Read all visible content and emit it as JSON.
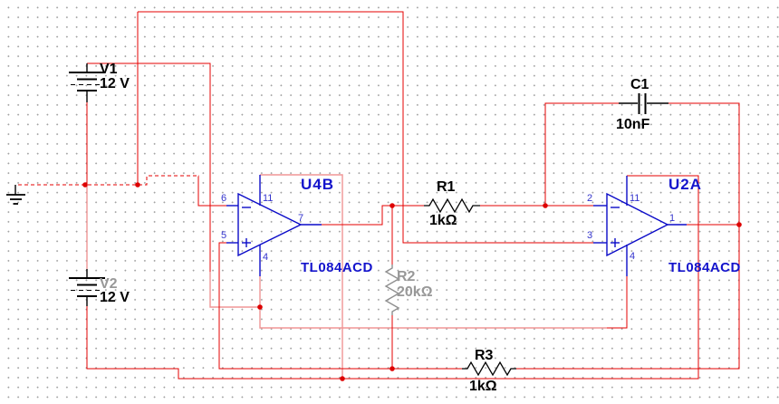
{
  "app": {
    "type": "schematic-capture-canvas",
    "description": "Circuit schematic on dotted grid: dual-supply TL084 function generator stage"
  },
  "palette": {
    "wire_red": "#e60000",
    "wire_highlighted": "#f09595",
    "junction_dot": "#dd0000",
    "symbol_blue": "#0a0ac8",
    "label_blue": "#1414cc",
    "label_black": "#000000",
    "inactive_gray": "#989898",
    "grid_dot_gray": "#9e9e9e",
    "background": "#ffffff"
  },
  "components": {
    "v1": {
      "refdes": "V1",
      "value": "12 V",
      "type": "dc-battery"
    },
    "v2": {
      "refdes": "V2",
      "value": "12 V",
      "type": "dc-battery"
    },
    "gnd": {
      "type": "ground-symbol"
    },
    "r1": {
      "refdes": "R1",
      "value": "1kΩ",
      "type": "resistor-horizontal"
    },
    "r2": {
      "refdes": "R2",
      "value": "20kΩ",
      "type": "resistor-vertical-inactive"
    },
    "r3": {
      "refdes": "R3",
      "value": "1kΩ",
      "type": "resistor-horizontal"
    },
    "c1": {
      "refdes": "C1",
      "value": "10nF",
      "type": "capacitor"
    },
    "u4b": {
      "refdes": "U4B",
      "part": "TL084ACD",
      "type": "opamp",
      "pins": {
        "minus_input": "6",
        "plus_input": "5",
        "top_rail": "11",
        "bottom_rail": "4",
        "output": "7"
      }
    },
    "u2a": {
      "refdes": "U2A",
      "part": "TL084ACD",
      "type": "opamp",
      "pins": {
        "minus_input": "2",
        "plus_input": "3",
        "top_rail": "11",
        "bottom_rail": "4",
        "output": "1"
      }
    }
  }
}
